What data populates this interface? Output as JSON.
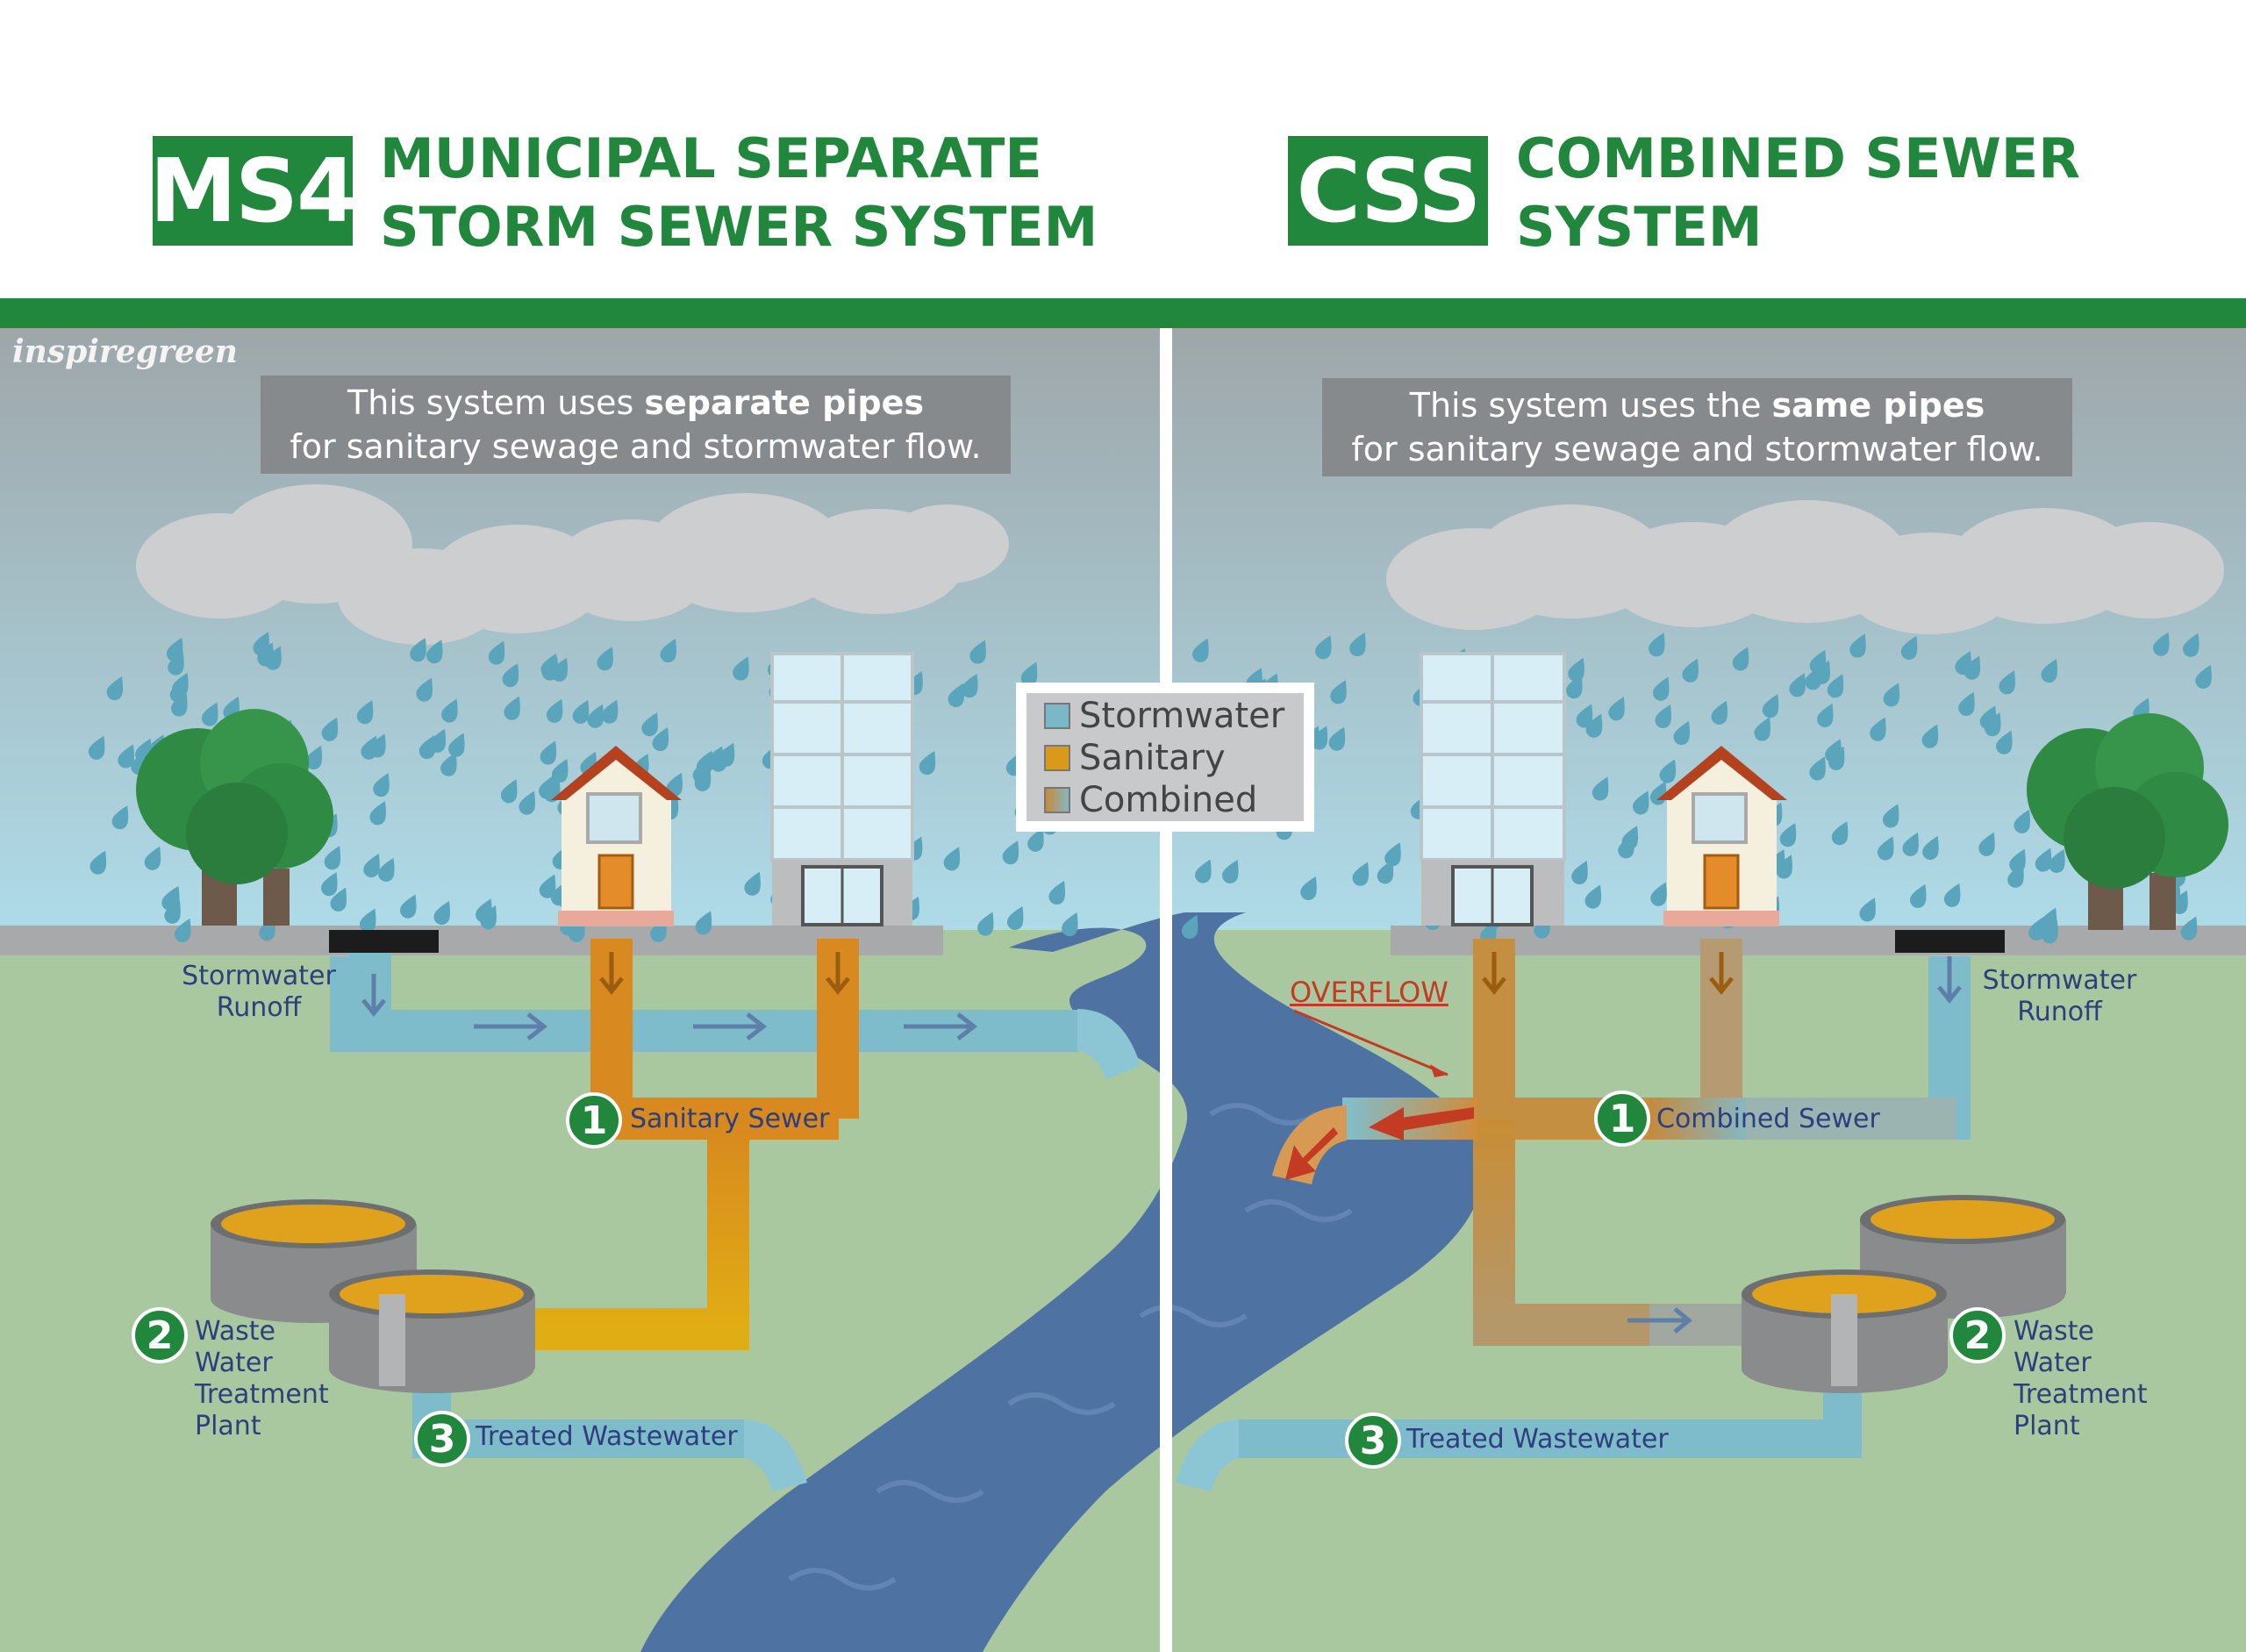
{
  "left": {
    "badge": "MS4",
    "title_line1": "MUNICIPAL SEPARATE",
    "title_line2": "STORM SEWER SYSTEM",
    "callout_pre": "This system uses ",
    "callout_bold": "separate pipes",
    "callout_line2": "for sanitary sewage and stormwater flow.",
    "runoff": "Stormwater\nRunoff",
    "step1": "Sanitary Sewer",
    "step2": "Waste\nWater\nTreatment\nPlant",
    "step3": "Treated Wastewater"
  },
  "right": {
    "badge": "CSS",
    "title_line1": "COMBINED SEWER",
    "title_line2": "SYSTEM",
    "callout_pre": "This system uses the ",
    "callout_bold": "same pipes",
    "callout_line2": "for sanitary sewage and stormwater flow.",
    "runoff": "Stormwater\nRunoff",
    "step1": "Combined Sewer",
    "step2": "Waste\nWater\nTreatment\nPlant",
    "step3": "Treated Wastewater",
    "overflow": "OVERFLOW"
  },
  "numbers": {
    "one": "1",
    "two": "2",
    "three": "3"
  },
  "legend": [
    {
      "label": "Stormwater",
      "color": "#7bb8c7"
    },
    {
      "label": "Sanitary",
      "color": "#d99a1c"
    },
    {
      "label": "Combined",
      "color": "#a9987a"
    }
  ],
  "logo": "inspiregreen",
  "colors": {
    "brand_green": "#21873d",
    "sky_top": "#9fa8ab",
    "sky_bottom": "#aed7e3",
    "ground": "#a8c79f",
    "river": "#4f73a3",
    "stormwater": "#7bb8c7",
    "sanitary": "#d99a1c",
    "overflow_red": "#c23b22"
  }
}
